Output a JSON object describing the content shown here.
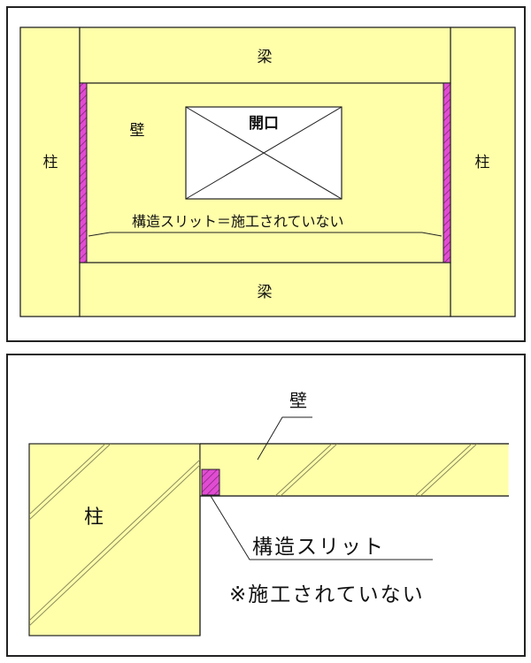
{
  "colors": {
    "concrete": "#FFFFAA",
    "slit": "#E04CD2",
    "line": "#222222",
    "hatch": "#8A8A5A"
  },
  "elevation": {
    "beam_top_label": "梁",
    "beam_bottom_label": "梁",
    "column_left_label": "柱",
    "column_right_label": "柱",
    "wall_label": "壁",
    "opening_label": "開口",
    "slit_callout": "構造スリット＝施工されていない"
  },
  "plan": {
    "wall_label": "壁",
    "column_label": "柱",
    "slit_label": "構造スリット",
    "note_label": "※施工されていない"
  }
}
